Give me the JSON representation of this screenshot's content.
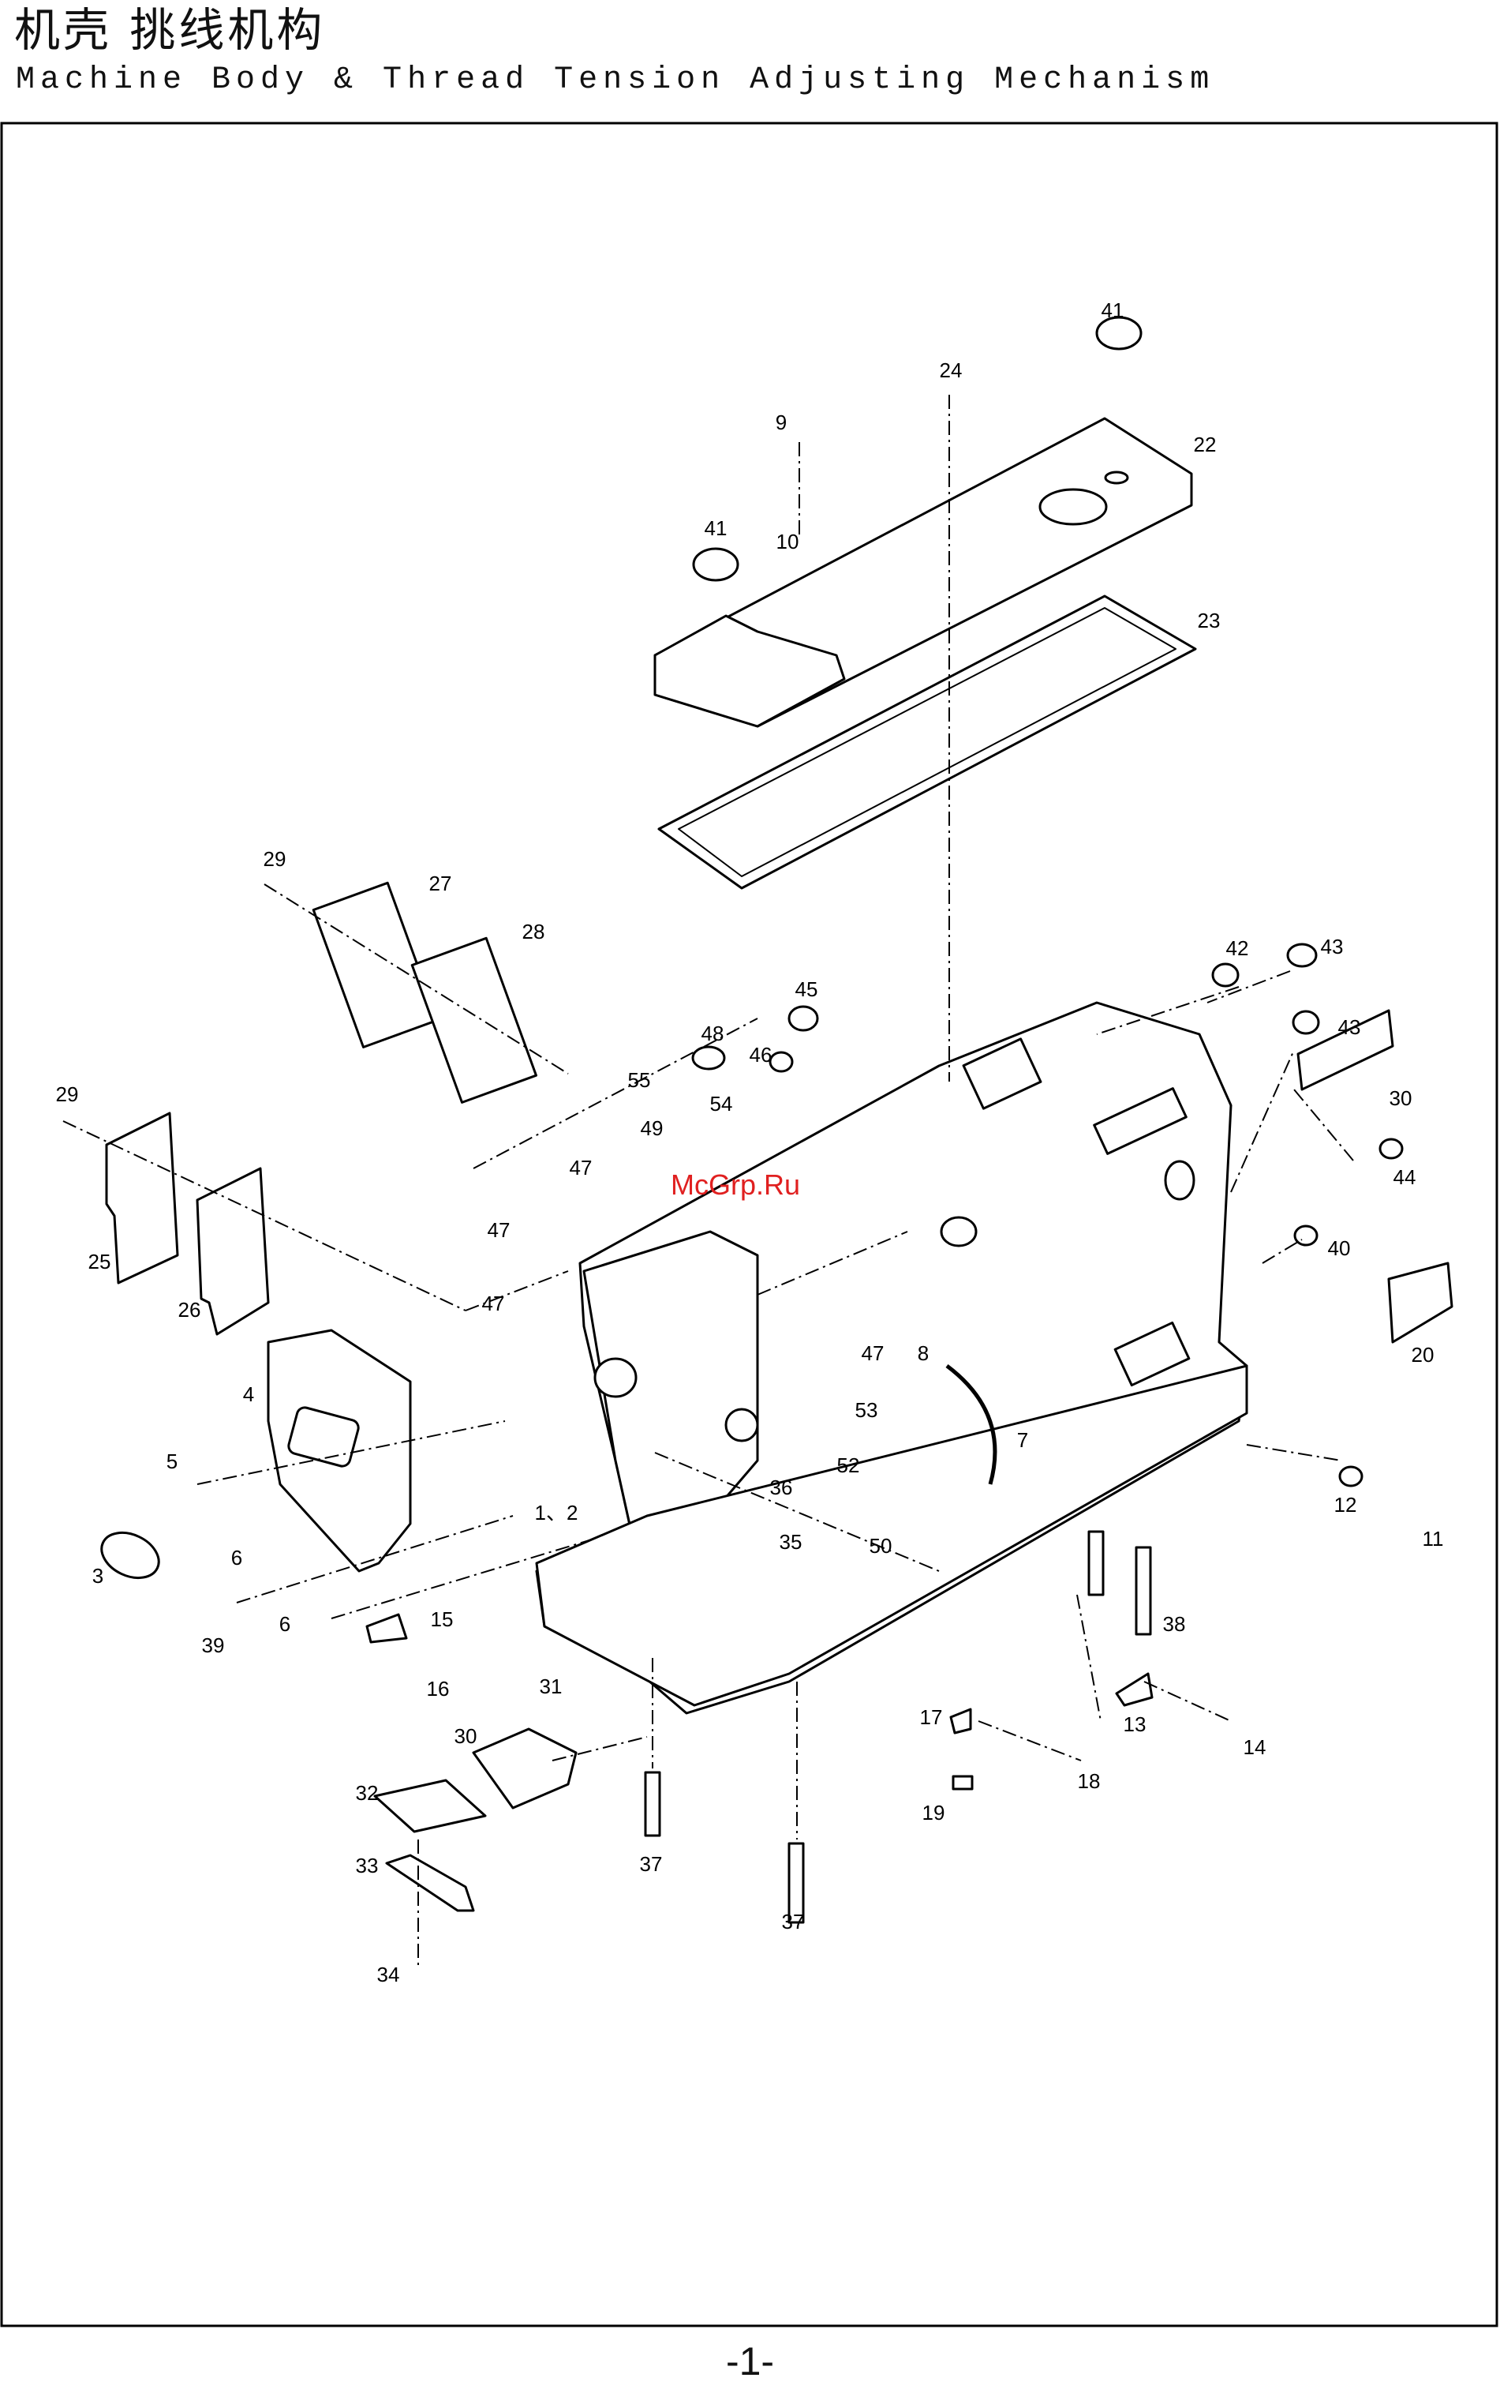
{
  "header": {
    "title_cn": "机壳 挑线机构",
    "title_en": "Machine Body & Thread Tension Adjusting Mechanism"
  },
  "watermark": "McGrp.Ru",
  "page_number": "-1-",
  "callouts": [
    "41",
    "24",
    "9",
    "22",
    "41",
    "10",
    "23",
    "29",
    "27",
    "28",
    "45",
    "48",
    "46",
    "55",
    "54",
    "49",
    "42",
    "43",
    "43",
    "30",
    "44",
    "29",
    "47",
    "47",
    "47",
    "25",
    "26",
    "40",
    "20",
    "47",
    "8",
    "4",
    "53",
    "7",
    "5",
    "52",
    "36",
    "1、2",
    "12",
    "11",
    "35",
    "50",
    "3",
    "6",
    "6",
    "15",
    "39",
    "38",
    "16",
    "13",
    "14",
    "31",
    "30",
    "17",
    "18",
    "19",
    "32",
    "37",
    "33",
    "37",
    "34"
  ]
}
